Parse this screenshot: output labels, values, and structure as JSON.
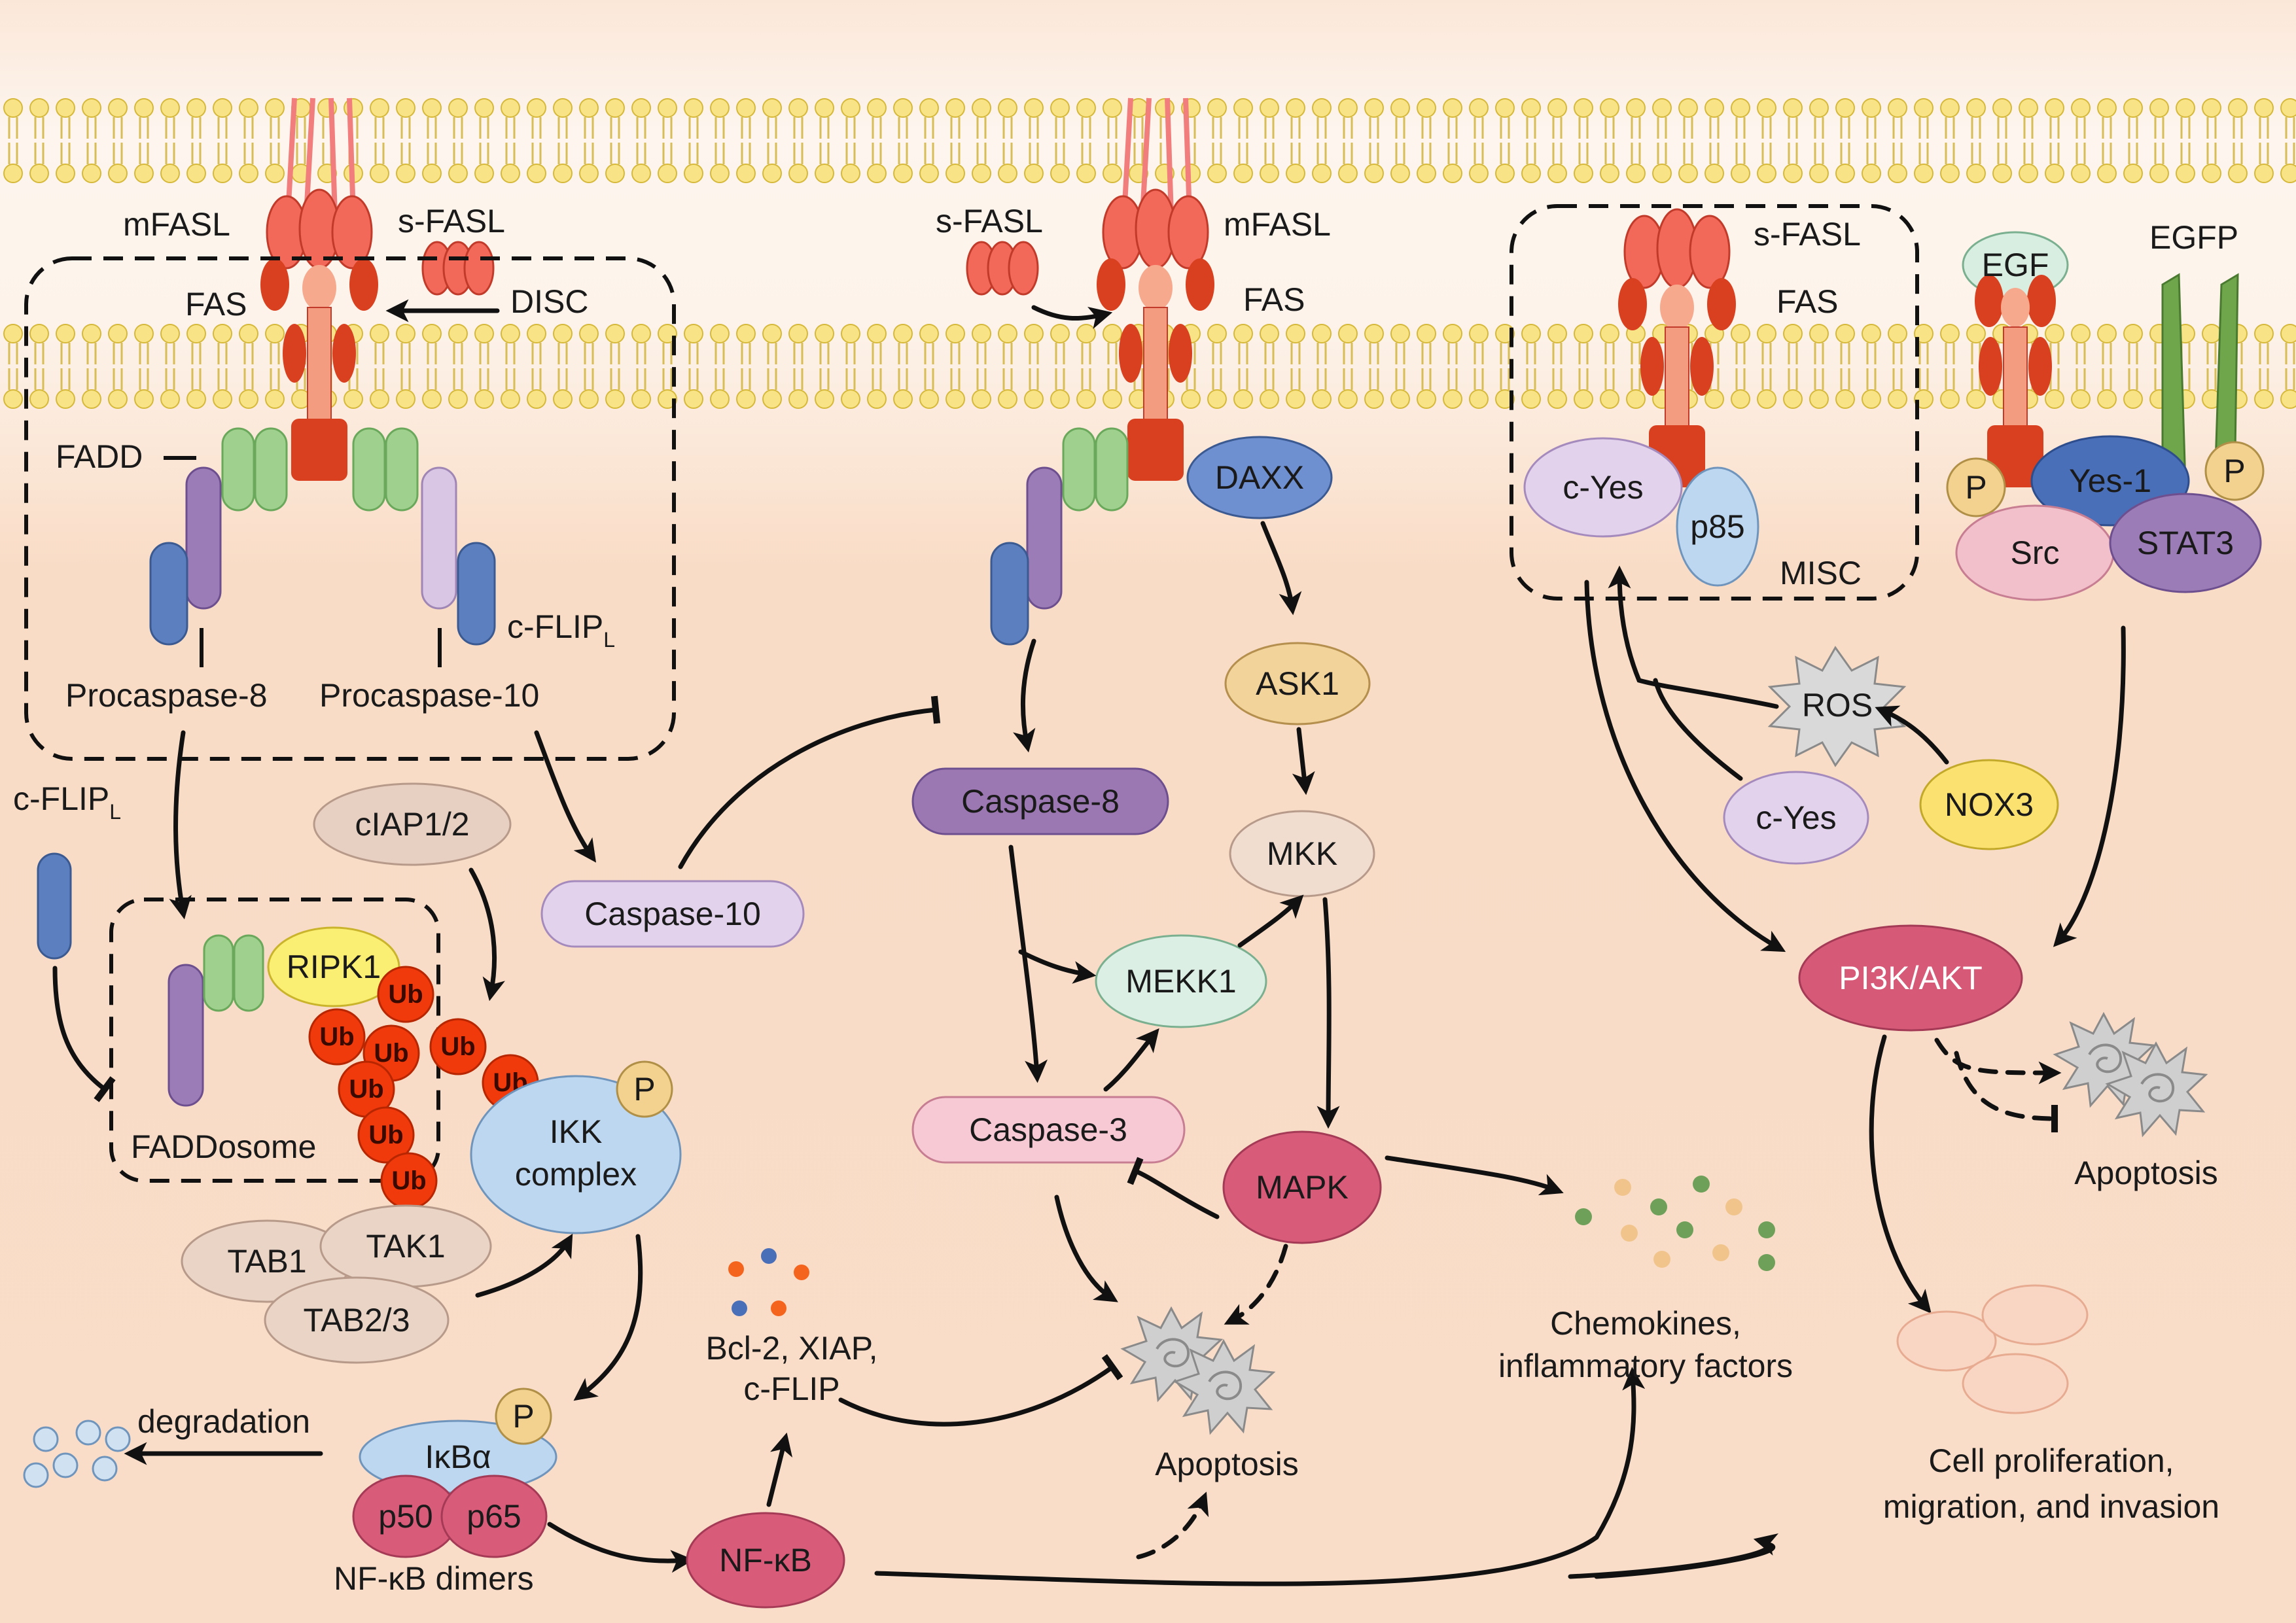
{
  "labels": {
    "mfasl_left": "mFASL",
    "sfasl_left": "s-FASL",
    "fas_left": "FAS",
    "disc": "DISC",
    "fadd": "FADD",
    "cflip_sub_box": "c-FLIP",
    "procasp8": "Procaspase-8",
    "procasp10": "Procaspase-10",
    "cflip_sub_left": "c-FLIP",
    "subscript_l": "L",
    "faddosome": "FADDosome",
    "sfasl_mid": "s-FASL",
    "mfasl_mid": "mFASL",
    "fas_mid": "FAS",
    "sfasl_right": "s-FASL",
    "fas_right": "FAS",
    "misc": "MISC",
    "egfp": "EGFP",
    "bcl2_line1": "Bcl-2, XIAP,",
    "bcl2_line2": "c-FLIP",
    "degradation": "degradation",
    "nfkb_dimers": "NF-κB dimers",
    "apoptosis_center": "Apoptosis",
    "apoptosis_right": "Apoptosis",
    "chemokines_line1": "Chemokines,",
    "chemokines_line2": "inflammatory factors",
    "prolif_line1": "Cell proliferation,",
    "prolif_line2": "migration, and invasion"
  },
  "nodes": {
    "ciap": "cIAP1/2",
    "caspase10": "Caspase-10",
    "ripk1": "RIPK1",
    "ub": "Ub",
    "ikk_line1": "IKK",
    "ikk_line2": "complex",
    "p": "P",
    "tab1": "TAB1",
    "tak1": "TAK1",
    "tab23": "TAB2/3",
    "ikba": "IκBα",
    "p50": "p50",
    "p65": "p65",
    "nfkb": "NF-κB",
    "daxx": "DAXX",
    "ask1": "ASK1",
    "caspase8": "Caspase-8",
    "mkk": "MKK",
    "mekk1": "MEKK1",
    "caspase3": "Caspase-3",
    "mapk": "MAPK",
    "cyes_box": "c-Yes",
    "p85": "p85",
    "egf": "EGF",
    "yes1": "Yes-1",
    "src": "Src",
    "stat3": "STAT3",
    "ros": "ROS",
    "cyes_free": "c-Yes",
    "nox3": "NOX3",
    "pi3k": "PI3K/AKT"
  },
  "colors": {
    "background_top": "#fdf0e6",
    "cytoplasm": "#f8dcc6",
    "membrane_head": "#f6e27a",
    "fas_red": "#d9401f",
    "fasl_pink": "#f26b5b",
    "fadd_green": "#9fd08e",
    "procasp_purple": "#9b7cb6",
    "procasp_blue": "#5b7fbf",
    "cflip_lilac": "#d8c6e4",
    "ub_red": "#f03a0c",
    "caspase8_purple": "#9c78b3",
    "mapk_red": "#d95b7a",
    "pi3k_red": "#d65a78",
    "egfp_green": "#6fa64b",
    "ros_gray": "#d9d9d9"
  }
}
